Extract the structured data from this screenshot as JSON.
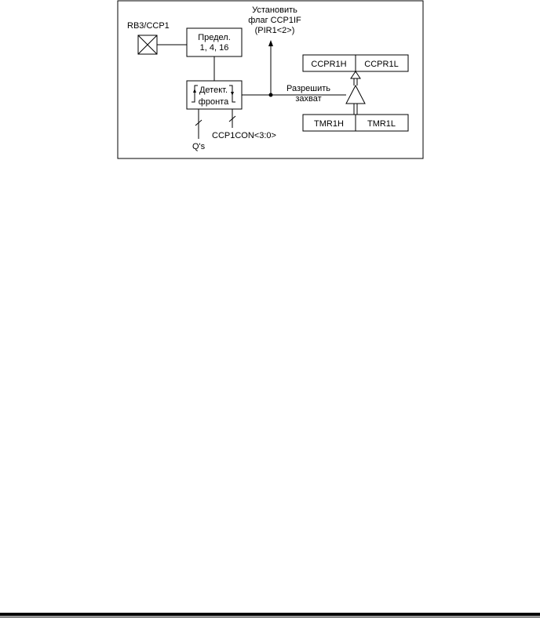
{
  "diagram": {
    "pin_label": "RB3/CCP1",
    "prescaler": {
      "line1": "Предел.",
      "line2": "1, 4, 16"
    },
    "edge_detect": {
      "line1": "Детект.",
      "line2": "фронта"
    },
    "flag": {
      "line1": "Установить",
      "line2": "флаг CCP1IF",
      "line3": "(PIR1<2>)"
    },
    "capture_enable": {
      "line1": "Разрешить",
      "line2": "захват"
    },
    "registers": {
      "ccpr1h": "CCPR1H",
      "ccpr1l": "CCPR1L",
      "tmr1h": "TMR1H",
      "tmr1l": "TMR1L"
    },
    "inputs": {
      "qs": "Q's",
      "ccp1con": "CCP1CON<3:0>"
    }
  }
}
